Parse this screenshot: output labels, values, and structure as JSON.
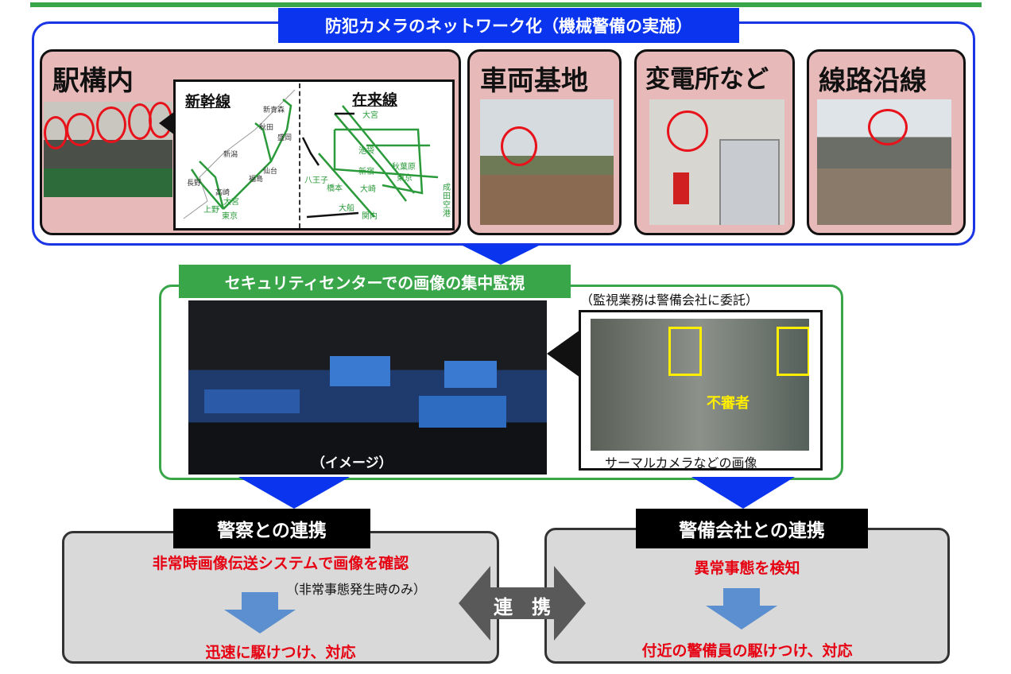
{
  "header": {
    "title": "防犯カメラのネットワーク化（機械警備の実施）"
  },
  "panels": [
    {
      "title": "駅構内"
    },
    {
      "title": "車両基地"
    },
    {
      "title": "変電所など"
    },
    {
      "title": "線路沿線"
    }
  ],
  "map": {
    "shinkansen": {
      "label": "新幹線",
      "stations": [
        "新青森",
        "秋田",
        "盛岡",
        "新潟",
        "仙台",
        "福島",
        "長野",
        "高崎",
        "大宮",
        "上野",
        "東京"
      ]
    },
    "zairaisen": {
      "label": "在来線",
      "stations": [
        "大宮",
        "池袋",
        "秋葉原",
        "新宿",
        "東京",
        "八王子",
        "橋本",
        "大崎",
        "大船",
        "関内",
        "成田空港"
      ]
    }
  },
  "center": {
    "title": "セキュリティセンターでの画像の集中監視",
    "image_caption": "（イメージ）",
    "note": "（監視業務は警備会社に委託）",
    "inset_label": "不審者",
    "inset_caption": "サーマルカメラなどの画像"
  },
  "police": {
    "title": "警察との連携",
    "line1": "非常時画像伝送システムで画像を確認",
    "note": "（非常事態発生時のみ）",
    "line2": "迅速に駆けつけ、対応"
  },
  "security": {
    "title": "警備会社との連携",
    "line1": "異常事態を検知",
    "line2": "付近の警備員の駆けつけ、対応"
  },
  "link": {
    "label": "連　携"
  },
  "colors": {
    "blue": "#0a34ee",
    "green": "#3aa64a",
    "pink": "#e8b9b9",
    "red": "#e60012",
    "gray": "#d9d9d9",
    "arrow": "#5b8fd0"
  }
}
